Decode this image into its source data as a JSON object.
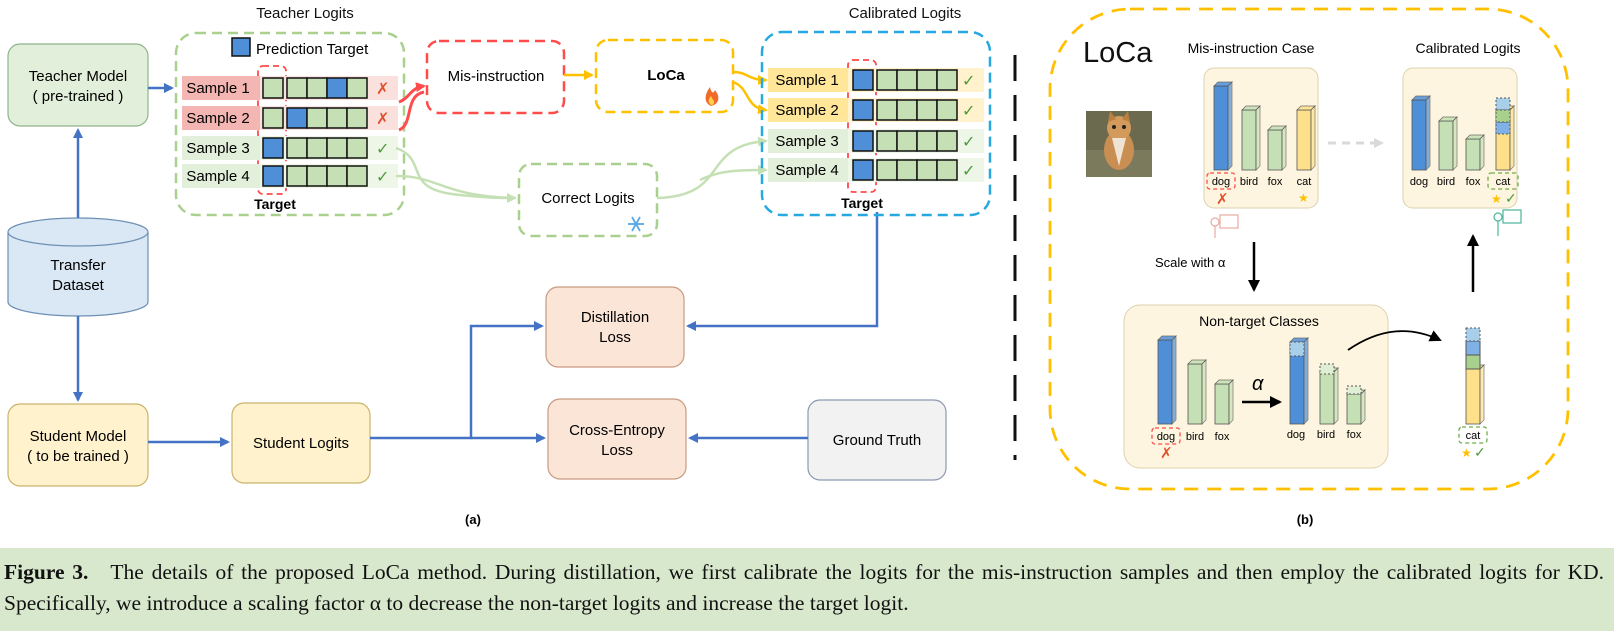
{
  "panel_a": {
    "teacher_logits_title": "Teacher Logits",
    "calibrated_logits_title": "Calibrated Logits",
    "legend_label": "Prediction Target",
    "teacher_model": [
      "Teacher Model",
      "( pre-trained )"
    ],
    "transfer_dataset": [
      "Transfer",
      "Dataset"
    ],
    "student_model": [
      "Student Model",
      "( to be trained )"
    ],
    "student_logits": "Student Logits",
    "samples": [
      "Sample 1",
      "Sample 2",
      "Sample 3",
      "Sample 4"
    ],
    "target_label": "Target",
    "misinstruction": "Mis-instruction",
    "loca": "LoCa",
    "correct_logits": "Correct Logits",
    "distillation_loss": [
      "Distillation",
      "Loss"
    ],
    "cross_entropy_loss": [
      "Cross-Entropy",
      "Loss"
    ],
    "ground_truth": "Ground Truth",
    "panel_label": "(a)",
    "mark_wrong": "✗",
    "mark_right": "✓",
    "fire_icon": "fire-icon",
    "snowflake_icon": "snowflake-icon"
  },
  "panel_b": {
    "title": "LoCa",
    "misinstruction_case": "Mis-instruction Case",
    "calibrated_logits": "Calibrated Logits",
    "classes": [
      "dog",
      "bird",
      "fox",
      "cat"
    ],
    "non_target_classes": "Non-target Classes",
    "scale_with": "Scale with α",
    "alpha": "α",
    "panel_label": "(b)"
  },
  "caption": {
    "label": "Figure 3.",
    "text": "The details of the proposed LoCa method. During distillation, we first calibrate the logits for the mis-instruction samples and then employ the calibrated logits for KD. Specifically, we introduce a scaling factor α to decrease the non-target logits and increase the target logit."
  },
  "colors": {
    "blue_arrow": "#4472c4",
    "teacher_green": "#e2efda",
    "student_yellow": "#fff2cc",
    "loss_peach": "#fbe5d6",
    "dataset_blue": "#dae8f5",
    "red": "#ff4b4b",
    "yellow": "#ffc000",
    "sky": "#26a9e0",
    "green_dash": "#a9d18e"
  }
}
